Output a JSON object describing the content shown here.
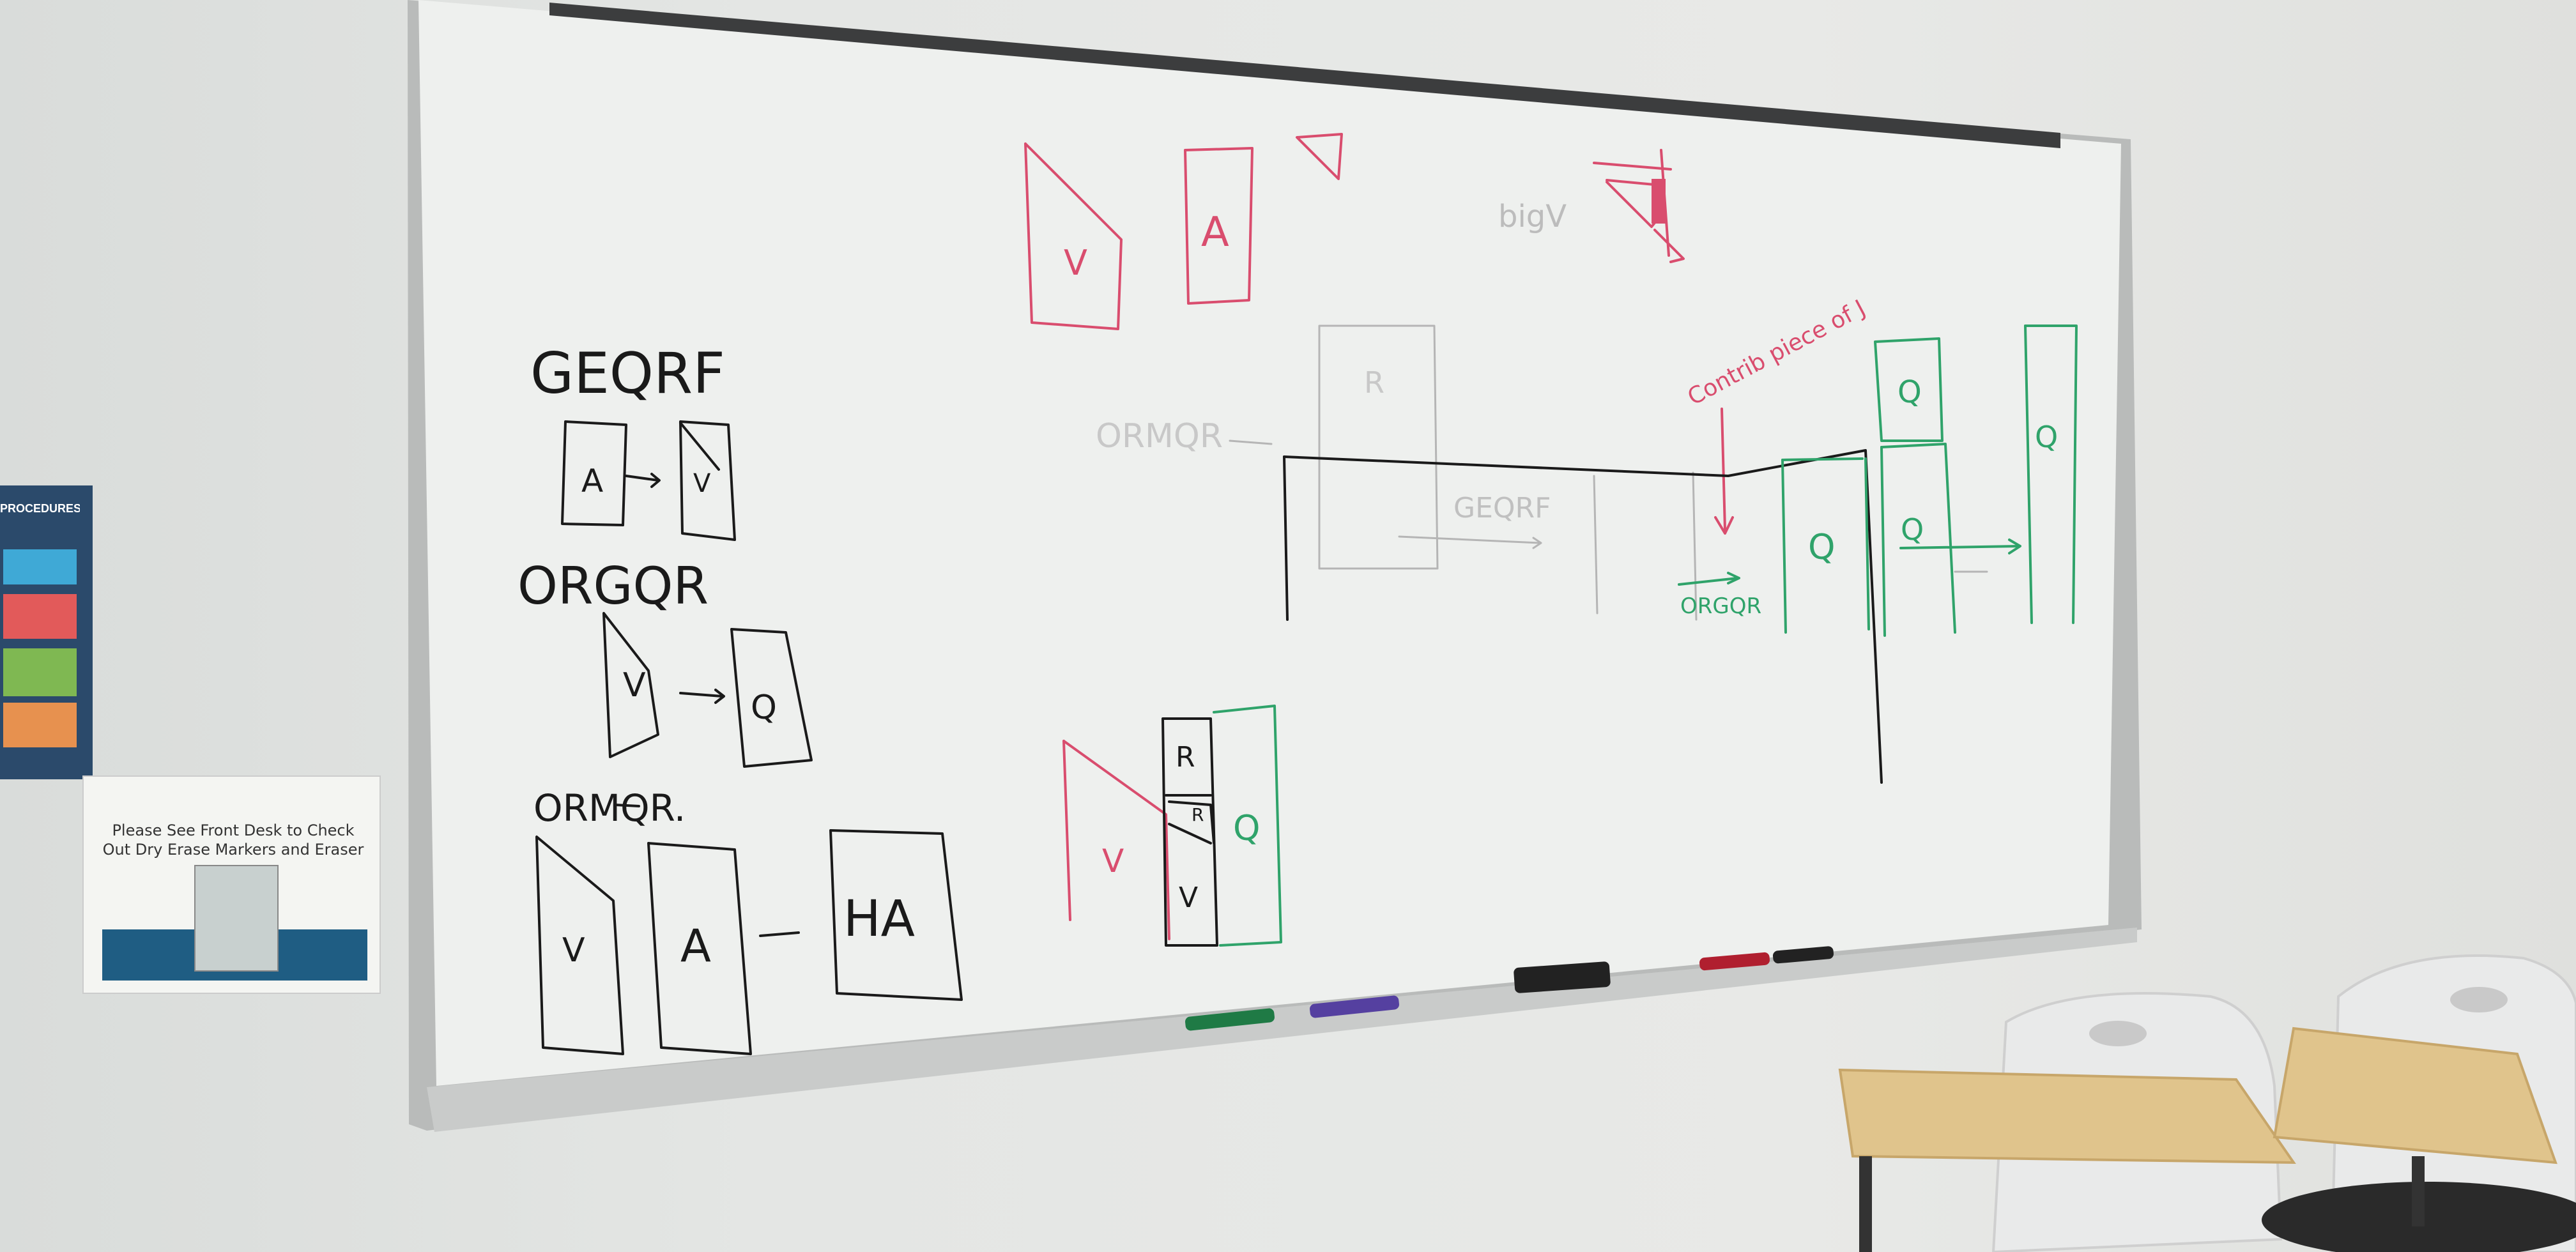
{
  "poster": {
    "title": "PROCEDURES"
  },
  "notice": {
    "text": "Please See Front Desk to Check Out Dry Erase Markers and Eraser"
  },
  "whiteboard": {
    "left_labels": {
      "geqrf": "GEQRF",
      "orgqr": "ORGQR",
      "ormqr": "ORMQR."
    },
    "box_letters": {
      "a": "A",
      "v": "V",
      "q": "Q",
      "ha": "HA",
      "r": "R"
    },
    "red_annotations": {
      "big_v": "bigV",
      "contrib": "Contrib piece of J"
    },
    "gray_labels": {
      "ormqr_faint": "ORMQR",
      "geqrf_faint": "GEQRF"
    },
    "green_labels": {
      "orgqr": "ORGQR"
    }
  },
  "colors": {
    "wall": "#e4e6e4",
    "board": "#eeefed",
    "black_ink": "#1a1a1a",
    "red_ink": "#d94d6e",
    "green_ink": "#2fa36a",
    "gray_ink": "#b5b5b5",
    "desk": "#e0c48c"
  }
}
